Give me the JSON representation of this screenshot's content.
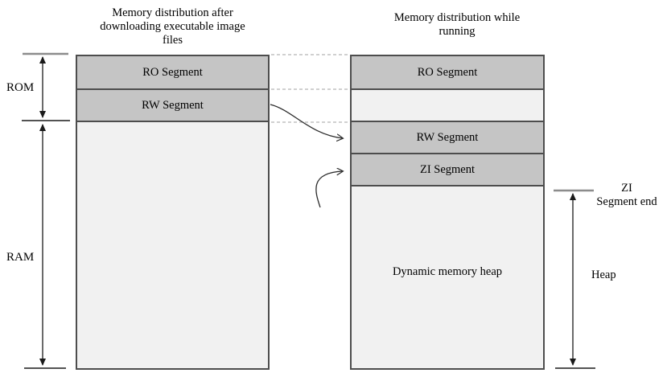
{
  "titles": {
    "left": "Memory distribution after downloading executable image files",
    "right": "Memory distribution while running"
  },
  "left_column": {
    "segments": [
      {
        "label": "RO Segment"
      },
      {
        "label": "RW Segment"
      },
      {
        "label": ""
      }
    ]
  },
  "right_column": {
    "segments": [
      {
        "label": "RO Segment"
      },
      {
        "label": ""
      },
      {
        "label": "RW Segment"
      },
      {
        "label": "ZI Segment"
      },
      {
        "label": "Dynamic memory heap"
      }
    ]
  },
  "side_labels": {
    "rom": "ROM",
    "ram": "RAM",
    "zi_end_line1": "ZI",
    "zi_end_line2": "Segment end",
    "heap": "Heap"
  },
  "colors": {
    "segment_fill": "#c5c5c5",
    "free_fill": "#f1f1f1",
    "border": "#4d4d4d",
    "dashed_connector": "#b5b5b5",
    "tick_gray": "#8c8c8c",
    "line_black": "#1a1a1a"
  }
}
